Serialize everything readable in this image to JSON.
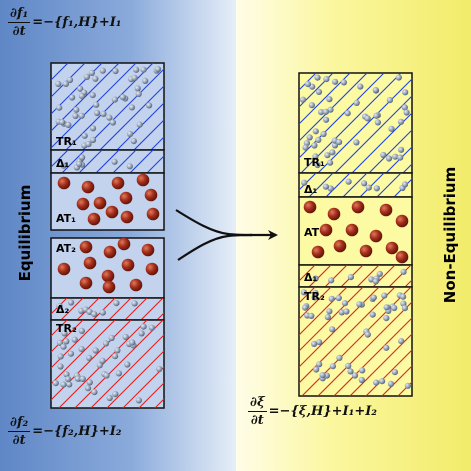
{
  "panels": {
    "left": {
      "side_label": "Equilibrium",
      "eq_top": {
        "num": "∂f₁",
        "den": "∂t",
        "rhs": "=−{f₁,H}+I₁"
      },
      "eq_bottom": {
        "num": "∂f₂",
        "den": "∂t",
        "rhs": "=−{f₂,H}+I₂"
      },
      "labels": {
        "tr1": "TR₁",
        "d1": "Δ₁",
        "at1": "AT₁",
        "at2": "AT₂",
        "d2": "Δ₂",
        "tr2": "TR₂"
      }
    },
    "right": {
      "side_label": "Non-Equilibrium",
      "eq": {
        "num": "∂ξ",
        "den": "∂t",
        "rhs": "=−{ξ,H}+I₁+I₂"
      },
      "labels": {
        "tr1": "TR₁",
        "d1_top": "Δ₁",
        "at": "AT",
        "d1_bottom": "Δ₁",
        "tr2": "TR₂"
      }
    }
  },
  "colors": {
    "left_bg": "#6f95cf",
    "right_bg": "#f5f07a",
    "blue_hatch": "#2244dd",
    "red_hatch": "#dd2222",
    "atom": "#9c2a1c",
    "small_particle": "#8e9cb2",
    "box_fill_left": "#c3d3ee",
    "box_fill_right": "#fcfaa2"
  }
}
